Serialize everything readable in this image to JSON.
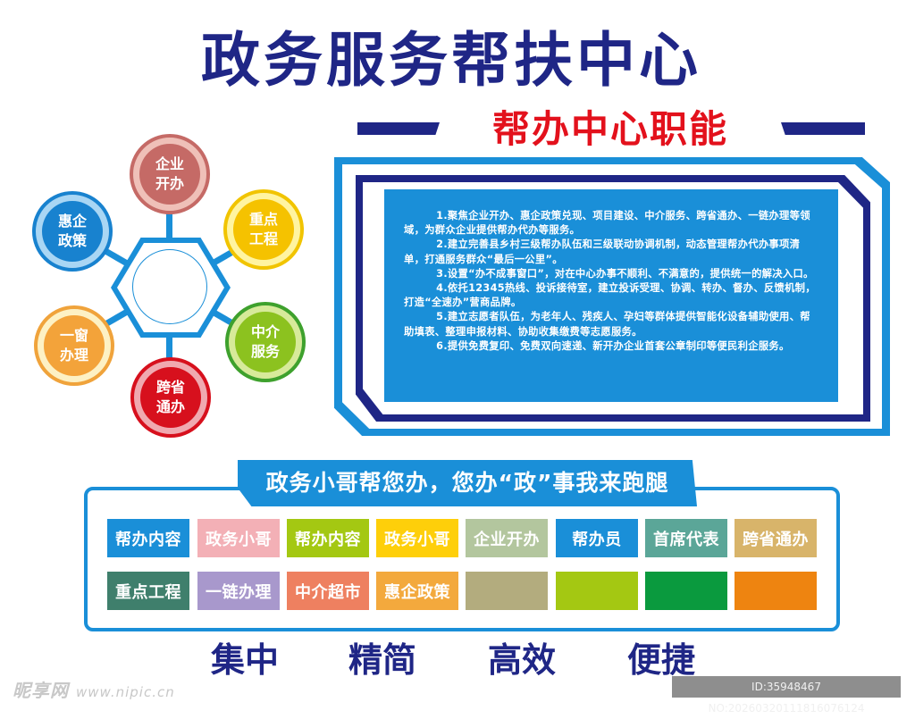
{
  "header": {
    "title": "政务服务帮扶中心",
    "subtitle": "帮办中心职能"
  },
  "functions": {
    "items": [
      "1.聚焦企业开办、惠企政策兑现、项目建设、中介服务、跨省通办、一链办理等领域，为群众企业提供帮办代办等服务。",
      "2.建立完善县乡村三级帮办队伍和三级联动协调机制，动态管理帮办代办事项清单，打通服务群众“最后一公里”。",
      "3.设置“办不成事窗口”，对在中心办事不顺利、不满意的，提供统一的解决入口。",
      "4.依托12345热线、投诉接待室，建立投诉受理、协调、转办、督办、反馈机制，打造“全速办”营商品牌。",
      "5.建立志愿者队伍，为老年人、残疾人、孕妇等群体提供智能化设备辅助使用、帮助填表、整理申报材料、协助收集缴费等志愿服务。",
      "6.提供免费复印、免费双向速递、新开办企业首套公章制印等便民利企服务。"
    ]
  },
  "hub": {
    "center_color": "#1a8fd8",
    "nodes": [
      {
        "label": "企业\n开办",
        "ring": "#efc0b8",
        "border": "#c56a66",
        "core": "#c56a66"
      },
      {
        "label": "重点\n工程",
        "ring": "#fff4a0",
        "border": "#f1c400",
        "core": "#f5c200"
      },
      {
        "label": "中介\n服务",
        "ring": "#d7ea9a",
        "border": "#3ea12d",
        "core": "#8cc21f"
      },
      {
        "label": "跨省\n通办",
        "ring": "#f0a9b0",
        "border": "#d7101d",
        "core": "#d7101d"
      },
      {
        "label": "一窗\n办理",
        "ring": "#fdf1c4",
        "border": "#f0a33b",
        "core": "#f3a33a"
      },
      {
        "label": "惠企\n政策",
        "ring": "#a9d6f4",
        "border": "#1882cf",
        "core": "#1882cf"
      }
    ]
  },
  "banner": {
    "text": "政务小哥帮您办，您办“政”事我来跑腿"
  },
  "tiles": {
    "row1": [
      {
        "label": "帮办内容",
        "color": "#1a8fd8"
      },
      {
        "label": "政务小哥",
        "color": "#f3b0b6"
      },
      {
        "label": "帮办内容",
        "color": "#a4c812"
      },
      {
        "label": "政务小哥",
        "color": "#fecf0a"
      },
      {
        "label": "企业开办",
        "color": "#b3c69e"
      },
      {
        "label": "帮办员",
        "color": "#1a8fd8"
      },
      {
        "label": "首席代表",
        "color": "#5ba698"
      },
      {
        "label": "跨省通办",
        "color": "#d8b46a"
      }
    ],
    "row2": [
      {
        "label": "重点工程",
        "color": "#3f7f6c"
      },
      {
        "label": "一链办理",
        "color": "#a898cc"
      },
      {
        "label": "中介超市",
        "color": "#ee8060"
      },
      {
        "label": "惠企政策",
        "color": "#f3a93d"
      },
      {
        "label": "",
        "color": "#b3ac7e"
      },
      {
        "label": "",
        "color": "#a4c812"
      },
      {
        "label": "",
        "color": "#0a9a3e"
      },
      {
        "label": "",
        "color": "#ee8410"
      }
    ]
  },
  "slogans": [
    "集中",
    "精简",
    "高效",
    "便捷"
  ],
  "watermark": {
    "brand": "昵享网",
    "url": "www.nipic.cn",
    "id_text": "ID:35948467 NO:20260320111816076124"
  }
}
